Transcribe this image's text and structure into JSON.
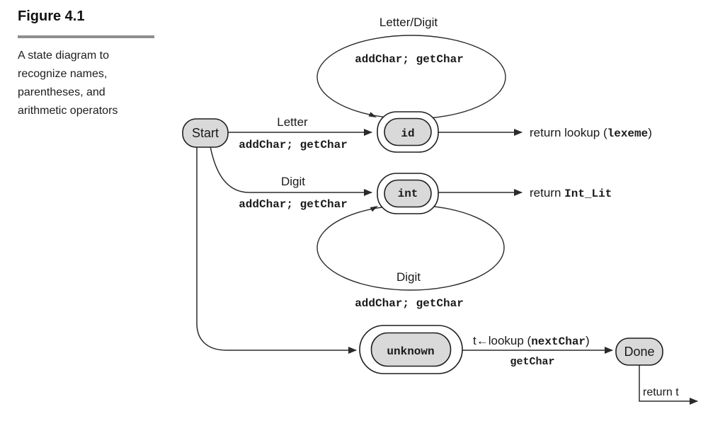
{
  "figure": {
    "label": "Figure 4.1",
    "caption": "A state diagram to recognize names, parentheses, and arithmetic operators"
  },
  "states": {
    "start": "Start",
    "id": "id",
    "int": "int",
    "unknown": "unknown",
    "done": "Done"
  },
  "loops": {
    "id_loop": {
      "condition": "Letter/Digit",
      "action": "addChar; getChar"
    },
    "int_loop": {
      "condition": "Digit",
      "action": "addChar; getChar"
    }
  },
  "transitions": {
    "start_to_id": {
      "condition": "Letter",
      "action": "addChar; getChar"
    },
    "start_to_int": {
      "condition": "Digit",
      "action": "addChar; getChar"
    },
    "id_exit": {
      "text": "return lookup (",
      "code": "lexeme",
      "close": ")"
    },
    "int_exit": {
      "text": "return ",
      "code": "Int_Lit"
    },
    "unknown_to_done": {
      "text": "t←lookup (",
      "code": "nextChar",
      "close": ")",
      "action": "getChar"
    },
    "done_exit": {
      "text": "return t"
    }
  },
  "colors": {
    "state_fill": "#d9d9d9",
    "stroke": "#2b2b2b",
    "rule": "#8e8e8e"
  }
}
